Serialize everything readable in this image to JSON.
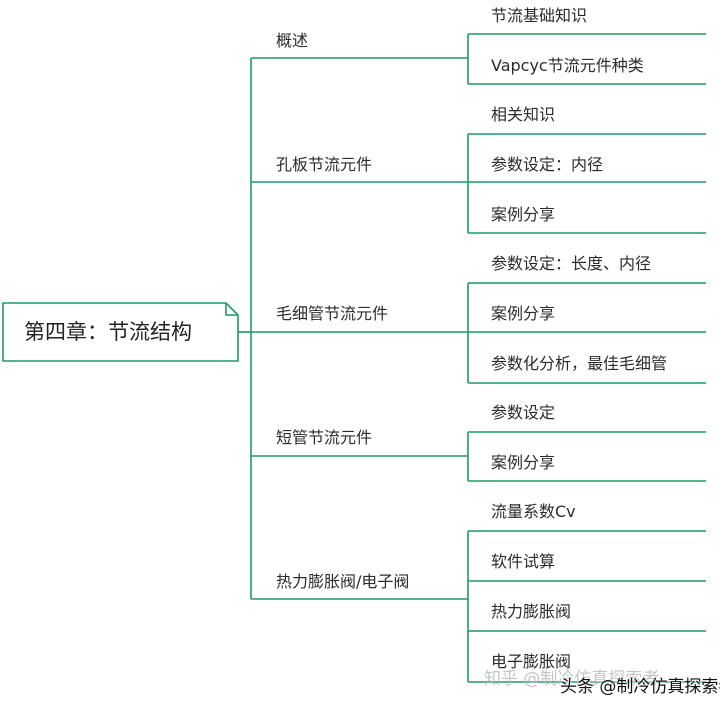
{
  "root": {
    "label": "第四章：节流结构"
  },
  "colors": {
    "line": "#1e9b63",
    "text": "#2b2b2b",
    "watermark": "#9aa0a6"
  },
  "branches": [
    {
      "label": "概述",
      "children": [
        "节流基础知识",
        "Vapcyc节流元件种类"
      ]
    },
    {
      "label": "孔板节流元件",
      "children": [
        "相关知识",
        "参数设定：内径",
        "案例分享"
      ]
    },
    {
      "label": "毛细管节流元件",
      "children": [
        "参数设定：长度、内径",
        "案例分享",
        "参数化分析，最佳毛细管"
      ]
    },
    {
      "label": "短管节流元件",
      "children": [
        "参数设定",
        "案例分享"
      ]
    },
    {
      "label": "热力膨胀阀/电子阀",
      "children": [
        "流量系数Cv",
        "软件试算",
        "热力膨胀阀",
        "电子膨胀阀"
      ]
    }
  ],
  "watermark": {
    "zhihu": "知乎 @制冷仿真探索者",
    "toutiao": "头条 @制冷仿真探索者"
  }
}
